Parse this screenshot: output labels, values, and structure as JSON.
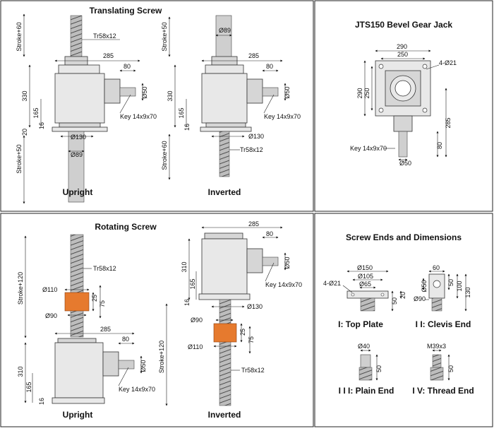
{
  "panels": {
    "translating": {
      "title": "Translating Screw",
      "upright": {
        "caption": "Upright",
        "stroke_top": "Stroke+60",
        "stroke_bottom": "Stroke+50",
        "thread": "Tr58x12",
        "width": "285",
        "side": "80",
        "total": "330",
        "h165": "165",
        "h16": "16",
        "h20": "20",
        "shaft": "Ø50",
        "key": "Key 14x9x70",
        "base": "Ø130",
        "tube": "Ø89"
      },
      "inverted": {
        "caption": "Inverted",
        "stroke_top": "Stroke+50",
        "stroke_bottom": "Stroke+60",
        "tube": "Ø89",
        "width": "285",
        "side": "80",
        "total": "330",
        "h165": "165",
        "h16": "16",
        "shaft": "Ø50",
        "key": "Key 14x9x70",
        "base": "Ø130",
        "thread": "Tr58x12"
      }
    },
    "bevel": {
      "title": "JTS150 Bevel Gear Jack",
      "w290": "290",
      "w250": "250",
      "holes": "4-Ø21",
      "h290": "290",
      "h250": "250",
      "h285": "285",
      "h80": "80",
      "key": "Key 14x9x70",
      "shaft": "Ø50"
    },
    "rotating": {
      "title": "Rotating Screw",
      "upright": {
        "caption": "Upright",
        "stroke": "Stroke+120",
        "thread": "Tr58x12",
        "nut_dia": "Ø110",
        "flange_dia": "Ø90",
        "h25": "25",
        "h75": "75",
        "width": "285",
        "side": "80",
        "total": "310",
        "h165": "165",
        "h16": "16",
        "shaft": "Ø50",
        "key": "Key 14x9x70"
      },
      "inverted": {
        "caption": "Inverted",
        "stroke": "Stroke+120",
        "width": "285",
        "side": "80",
        "total": "310",
        "h165": "165",
        "h16": "16",
        "shaft": "Ø50",
        "key": "Key 14x9x70",
        "base": "Ø130",
        "flange_dia": "Ø90",
        "nut_dia": "Ø110",
        "h25": "25",
        "h75": "75",
        "thread": "Tr58x12"
      }
    },
    "ends": {
      "title": "Screw Ends and Dimensions",
      "top_plate": {
        "caption": "I: Top Plate",
        "d150": "Ø150",
        "d105": "Ø105",
        "d65": "Ø65",
        "holes": "4-Ø21",
        "h50": "50",
        "h20": "20"
      },
      "clevis": {
        "caption": "I I: Clevis End",
        "w60": "60",
        "d50": "Ø50",
        "d90": "Ø90",
        "h50": "50",
        "h100": "100",
        "h130": "130"
      },
      "plain": {
        "caption": "I I I: Plain End",
        "d40": "Ø40",
        "h50": "50"
      },
      "thread": {
        "caption": "I V: Thread End",
        "m": "M39x3",
        "h50": "50"
      }
    }
  }
}
